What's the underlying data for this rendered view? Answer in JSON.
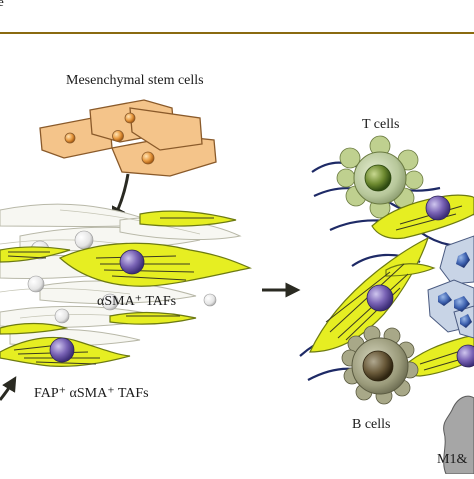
{
  "figure": {
    "top_fragment": "e",
    "labels": {
      "msc": "Mesenchymal  stem cells",
      "t_cells": "T cells",
      "asma_tafs": "αSMA⁺ TAFs",
      "fap_asma_tafs": "FAP⁺ αSMA⁺ TAFs",
      "b_cells": "B cells",
      "macrophage_fragment": "M1&"
    }
  },
  "colors": {
    "fibroblast_fill": "#e6ee22",
    "fibroblast_stroke": "#6d7a12",
    "stem_cell_fill": "#f4c48a",
    "stem_cell_stroke": "#8a5a2a",
    "nucleus_orange": "#e89a40",
    "nucleus_purple": "#6e5aa8",
    "tcell_fill": "#b7c79a",
    "bcell_fill": "#9a9a7a",
    "tumor_cell_fill": "#c8d4e6",
    "fiber_navy": "#1e2a66",
    "border": "#8a6a10"
  }
}
